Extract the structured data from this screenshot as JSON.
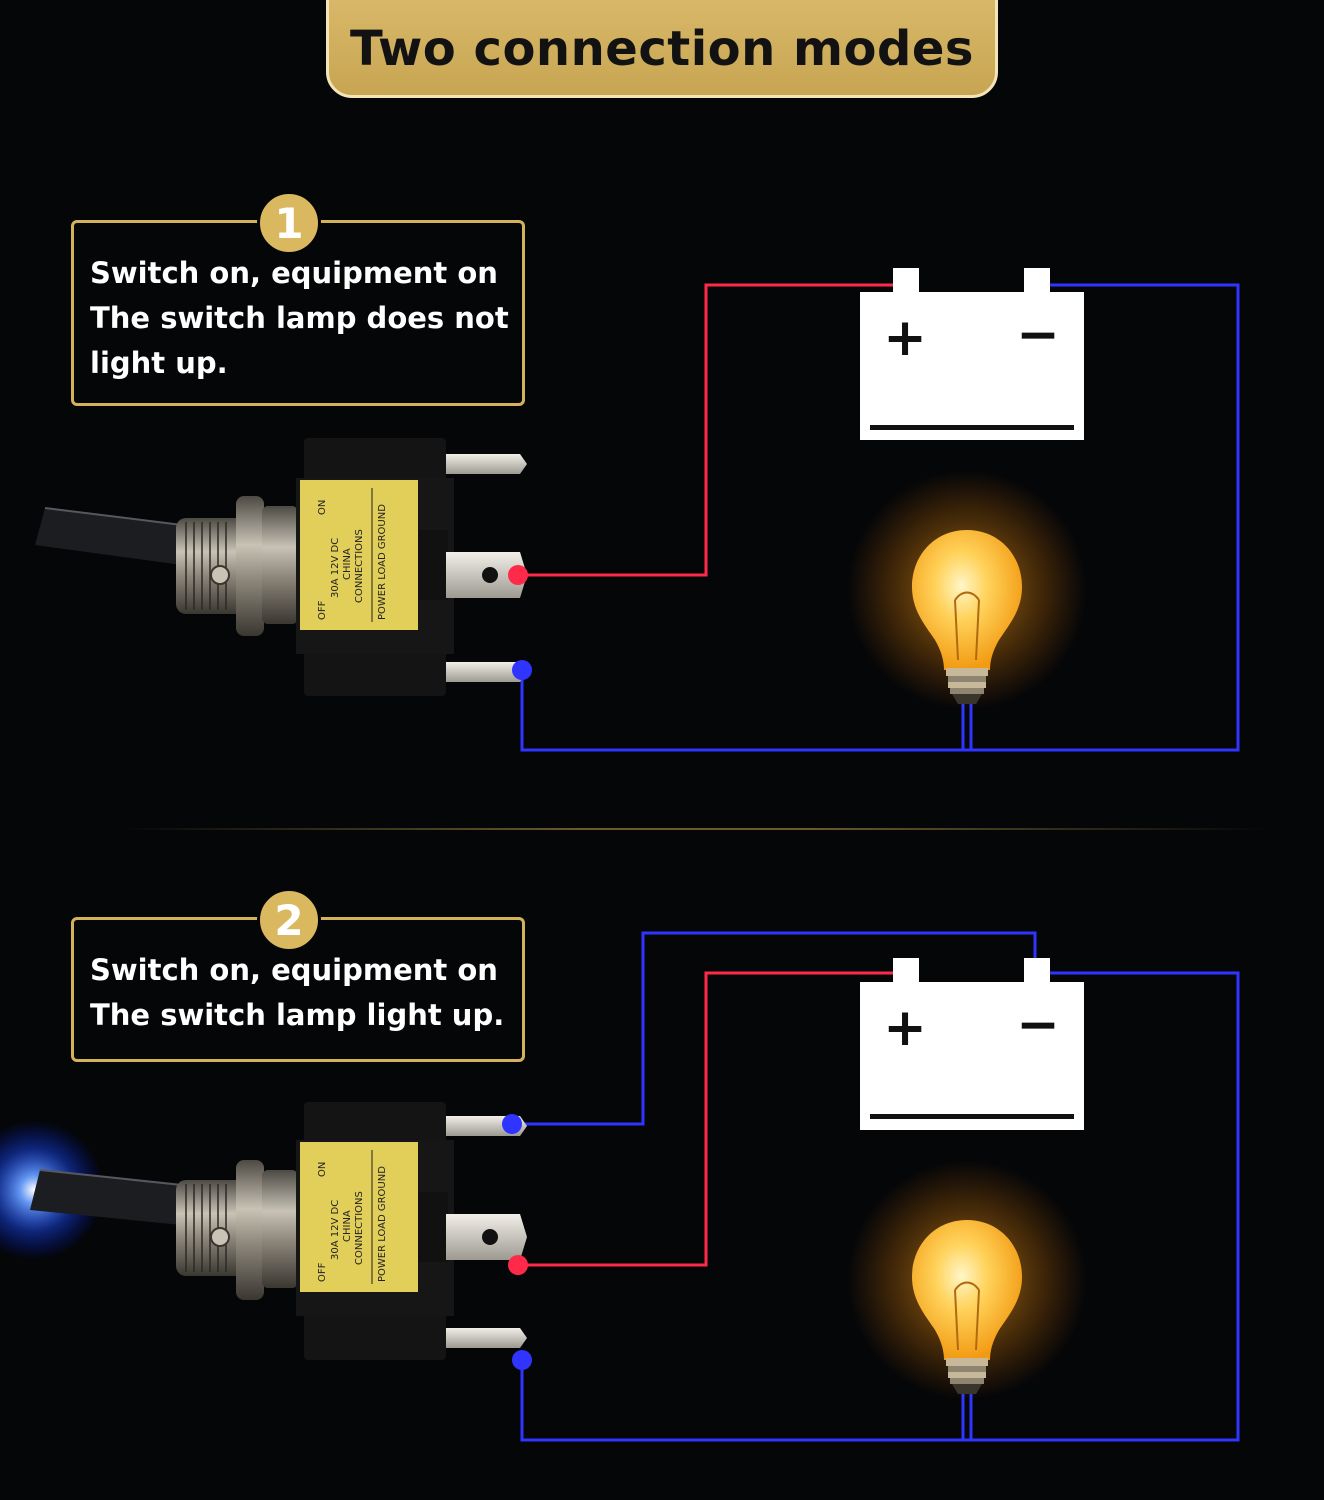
{
  "title": "Two connection modes",
  "modes": [
    {
      "badge": "1",
      "lines": [
        "Switch on, equipment on",
        "The switch lamp does not",
        "light up."
      ]
    },
    {
      "badge": "2",
      "lines": [
        "Switch on, equipment on",
        "The switch lamp light up."
      ]
    }
  ],
  "switch_label": {
    "status": "OFF",
    "on": "ON",
    "rating": "30A 12V DC",
    "origin": "CHINA",
    "connections": "CONNECTIONS",
    "terminals": "POWER  LOAD GROUND"
  },
  "battery": {
    "plus": "+",
    "minus": "−"
  },
  "colors": {
    "wire_positive": "#ff2a4a",
    "wire_negative": "#2f35ff",
    "accent_gold": "#d4b25c",
    "switch_led": "#2a6bff",
    "bulb_glow": "#ffb020"
  }
}
